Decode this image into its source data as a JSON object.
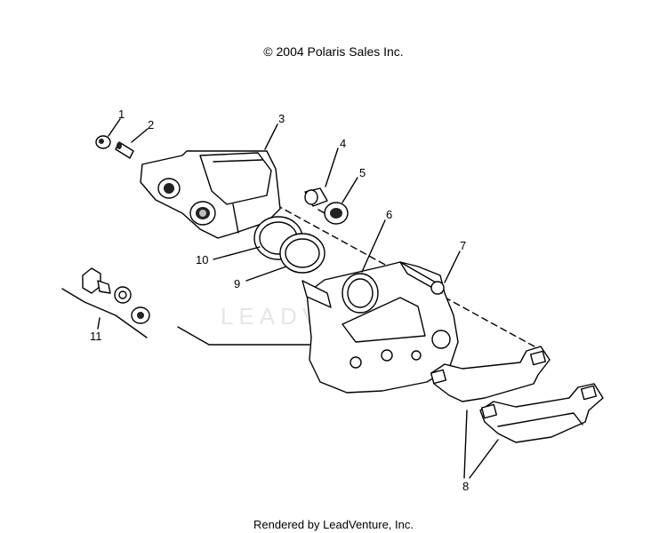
{
  "header": {
    "copyright": "© 2004 Polaris Sales Inc."
  },
  "footer": {
    "rendered_by": "Rendered by LeadVenture, Inc."
  },
  "watermark": "LEADVENTURE",
  "callouts": [
    "1",
    "2",
    "3",
    "4",
    "5",
    "6",
    "7",
    "8",
    "9",
    "10",
    "11"
  ]
}
